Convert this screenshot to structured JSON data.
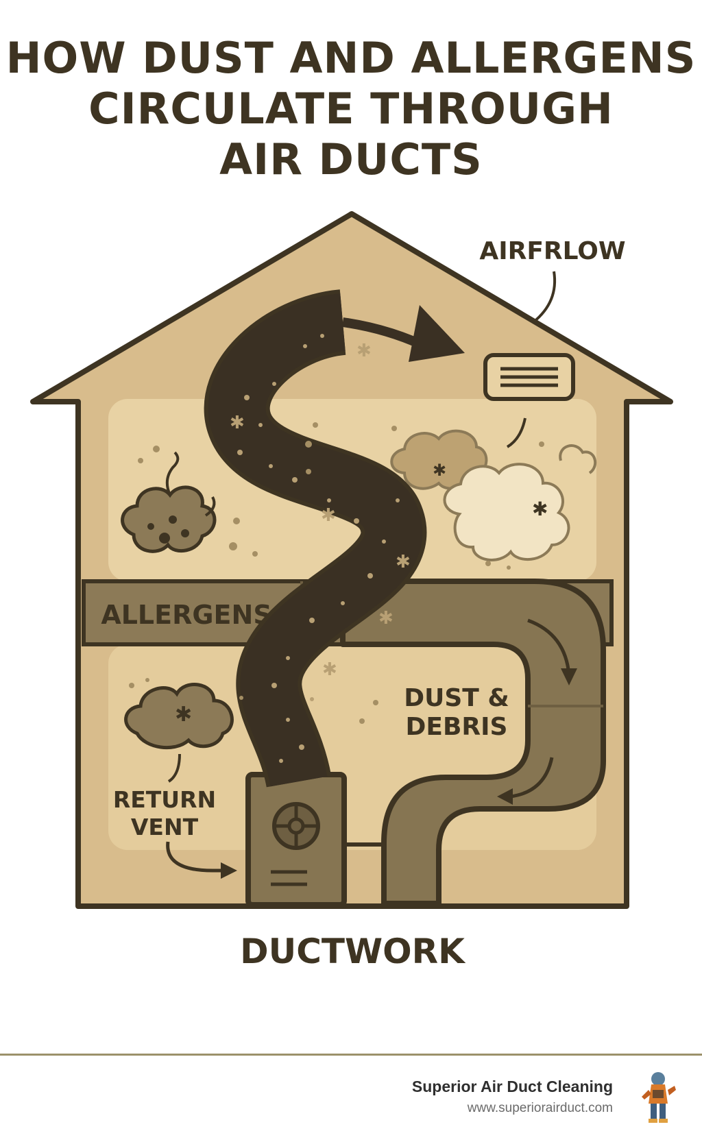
{
  "title": {
    "line1": "HOW DUST AND ALLERGENS",
    "line2": "CIRCULATE THROUGH",
    "line3": "AIR DUCTS"
  },
  "labels": {
    "airflow": "AIRFRLOW",
    "allergens": "ALLERGENS",
    "dust_line1": "DUST &",
    "dust_line2": "DEBRIS",
    "return_line1": "RETURN",
    "return_line2": "VENT",
    "ductwork": "DUCTWORK"
  },
  "footer": {
    "company": "Superior Air Duct Cleaning",
    "url": "www.superiorairduct.com"
  },
  "colors": {
    "outline": "#3e3422",
    "house_fill": "#d8bc8c",
    "room_fill": "#e8d2a4",
    "floor_band": "#8c7a57",
    "duct_fill": "#867552",
    "dark_duct": "#3a3023",
    "footer_line": "#9b916a"
  }
}
